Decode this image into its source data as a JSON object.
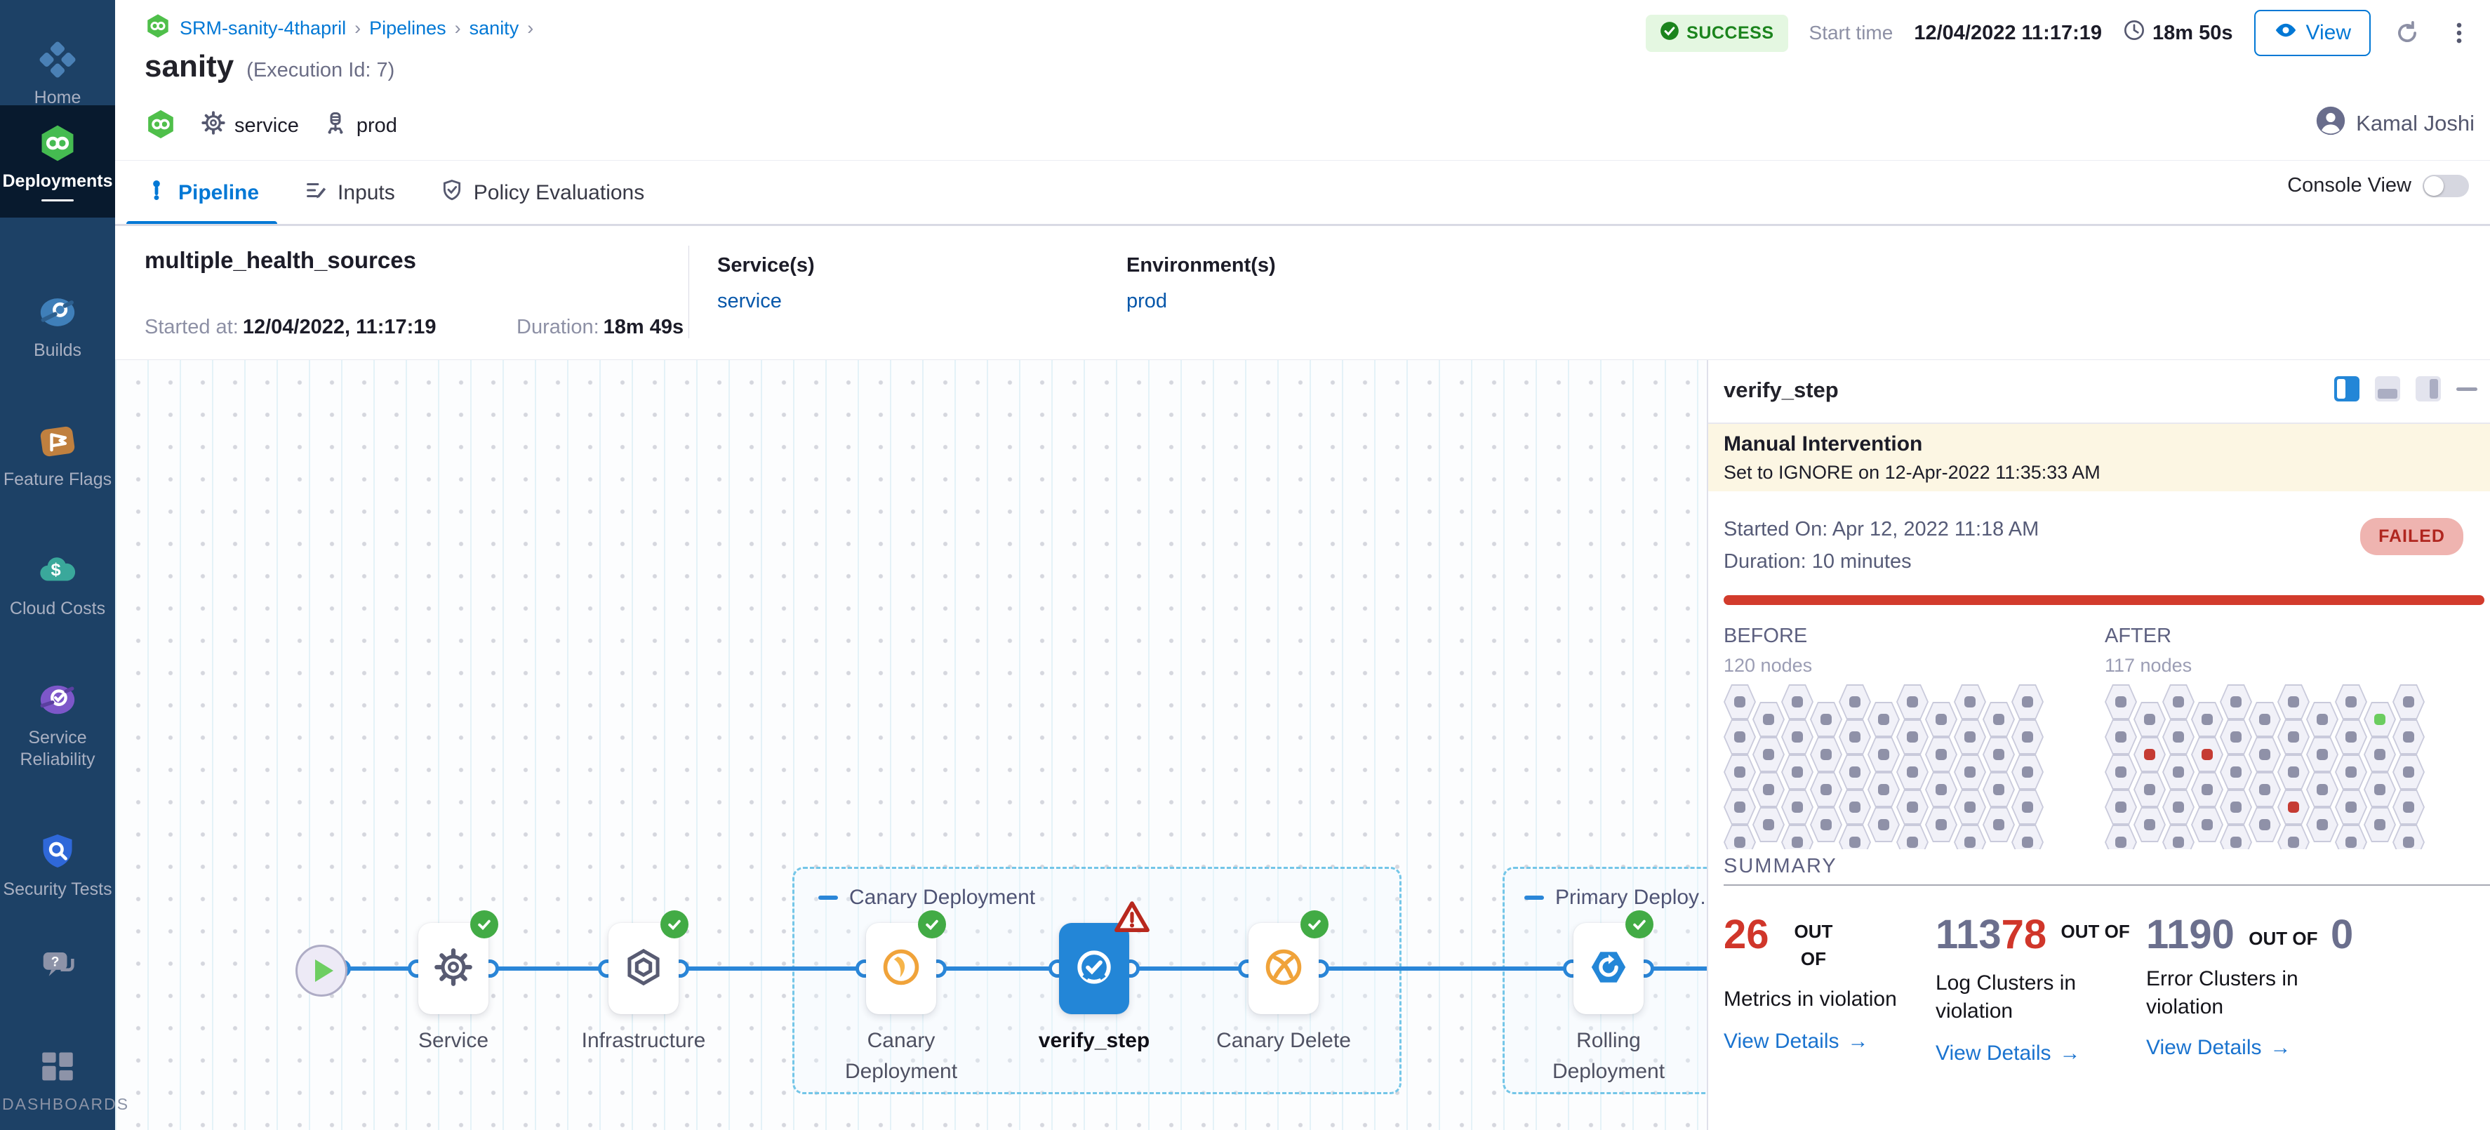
{
  "colors": {
    "accent": "#0278d5",
    "success": "#42ab45",
    "error": "#cf2b1e",
    "warning_banner": "#fcf6e3",
    "sidebar": "#1d4166",
    "node_blue": "#2386d7",
    "canary_orange": "#f0a33a"
  },
  "sidebar": {
    "items": [
      {
        "id": "home",
        "label": "Home",
        "icon": "home-icon",
        "active": false
      },
      {
        "id": "deployments",
        "label": "Deployments",
        "icon": "deployments-icon",
        "active": true
      },
      {
        "id": "builds",
        "label": "Builds",
        "icon": "builds-icon",
        "active": false
      },
      {
        "id": "feature-flags",
        "label": "Feature Flags",
        "icon": "feature-flags-icon",
        "active": false
      },
      {
        "id": "cloud-costs",
        "label": "Cloud Costs",
        "icon": "cloud-costs-icon",
        "active": false
      },
      {
        "id": "service-reliability",
        "label": "Service Reliability",
        "icon": "service-reliability-icon",
        "active": false
      },
      {
        "id": "security-tests",
        "label": "Security Tests",
        "icon": "security-tests-icon",
        "active": false
      },
      {
        "id": "help",
        "label": "",
        "icon": "chat-icon",
        "active": false
      },
      {
        "id": "dashboards",
        "label": "DASHBOARDS",
        "icon": "dashboards-icon",
        "active": false
      }
    ]
  },
  "header": {
    "breadcrumb": [
      "SRM-sanity-4thapril",
      "Pipelines",
      "sanity"
    ],
    "status": "SUCCESS",
    "start_time_label": "Start time",
    "start_time": "12/04/2022 11:17:19",
    "elapsed": "18m 50s",
    "view_label": "View",
    "title": "sanity",
    "execution_id": "(Execution Id: 7)",
    "service_tag": "service",
    "env_tag": "prod",
    "user": "Kamal Joshi"
  },
  "tabs": {
    "items": [
      {
        "label": "Pipeline"
      },
      {
        "label": "Inputs"
      },
      {
        "label": "Policy Evaluations"
      }
    ],
    "active": "Pipeline",
    "console_view_label": "Console View",
    "console_view_on": false
  },
  "run_info": {
    "name": "multiple_health_sources",
    "started_label": "Started at:",
    "started": "12/04/2022, 11:17:19",
    "duration_label": "Duration:",
    "duration": "18m 49s",
    "services_label": "Service(s)",
    "service": "service",
    "environments_label": "Environment(s)",
    "environment": "prod"
  },
  "pipeline": {
    "groups": [
      {
        "id": "canary",
        "label": "Canary Deployment"
      },
      {
        "id": "primary",
        "label": "Primary Deploy…"
      }
    ],
    "nodes": [
      {
        "id": "service",
        "label": "Service",
        "icon": "gear-icon",
        "status": "success"
      },
      {
        "id": "infrastructure",
        "label": "Infrastructure",
        "icon": "infrastructure-icon",
        "status": "success"
      },
      {
        "id": "canary-deployment",
        "label": "Canary Deployment",
        "icon": "canary-icon",
        "status": "success"
      },
      {
        "id": "verify_step",
        "label": "verify_step",
        "icon": "verify-icon",
        "status": "warning",
        "selected": true
      },
      {
        "id": "canary-delete",
        "label": "Canary Delete",
        "icon": "canary-delete-icon",
        "status": "success"
      },
      {
        "id": "rolling-deployment",
        "label": "Rolling Deployment",
        "icon": "rolling-icon",
        "status": "success"
      }
    ]
  },
  "panel": {
    "title": "verify_step",
    "manual_intervention": {
      "title": "Manual Intervention",
      "subtitle": "Set to IGNORE on 12-Apr-2022 11:35:33 AM"
    },
    "started_on": "Started On: Apr 12, 2022 11:18 AM",
    "duration": "Duration: 10 minutes",
    "status": "FAILED",
    "before": {
      "label": "BEFORE",
      "nodes": "120 nodes"
    },
    "after": {
      "label": "AFTER",
      "nodes": "117 nodes"
    },
    "grids": {
      "columns": 11,
      "rows": 5,
      "before_specials": {},
      "after_specials": {
        "9,0": "green",
        "1,1": "red",
        "3,1": "red",
        "6,3": "red"
      }
    },
    "summary_label": "SUMMARY",
    "metrics": [
      {
        "violation": "26",
        "out_of": "OUT OF",
        "label": "Metrics in violation",
        "link": "View Details"
      },
      {
        "total": "113",
        "violation": "78",
        "out_of": "OUT OF",
        "label": "Log Clusters in violation",
        "link": "View Details"
      },
      {
        "total": "1190",
        "out_of": "OUT OF",
        "suffix": "0",
        "label": "Error Clusters in violation",
        "link": "View Details"
      }
    ]
  }
}
